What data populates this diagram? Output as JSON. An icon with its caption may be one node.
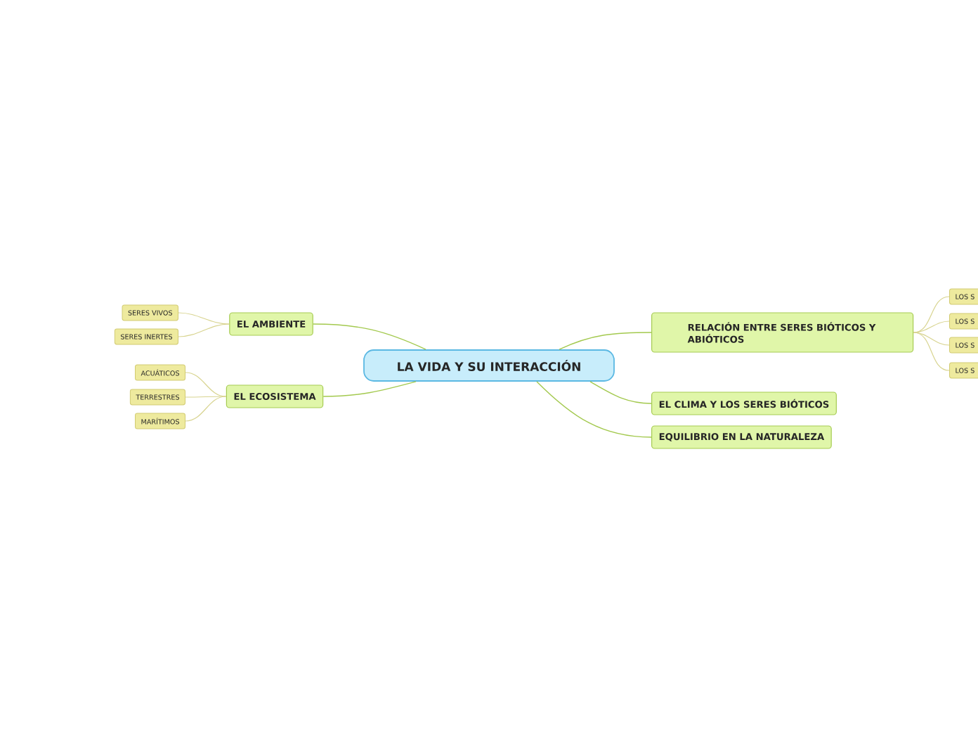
{
  "diagram": {
    "nodes": [
      {
        "text": [
          "LA VIDA Y SU INTERACCIÓN"
        ]
      },
      {
        "text": [
          "EL AMBIENTE"
        ]
      },
      {
        "text": [
          "EL ECOSISTEMA"
        ]
      },
      {
        "text": [
          "RELACIÓN ENTRE SERES BIÓTICOS Y ABIÓTICOS"
        ]
      },
      {
        "text": [
          "EL CLIMA Y LOS SERES BIÓTICOS"
        ]
      },
      {
        "text": [
          "EQUILIBRIO EN LA NATURALEZA"
        ]
      },
      {
        "text": [
          "SERES VIVOS"
        ]
      },
      {
        "text": [
          "SERES INERTES"
        ]
      },
      {
        "text": [
          "ACUÁTICOS"
        ]
      },
      {
        "text": [
          "TERRESTRES"
        ]
      },
      {
        "text": [
          "MARÍTIMOS"
        ]
      },
      {
        "text": [
          "LOS S"
        ]
      },
      {
        "text": [
          "LOS S"
        ]
      },
      {
        "text": [
          "LOS S"
        ]
      },
      {
        "text": [
          "LOS S"
        ]
      }
    ],
    "edges": [
      {
        "from": 0,
        "to": 1,
        "arrow": "none",
        "color": "#a3c94e"
      },
      {
        "from": 0,
        "to": 2,
        "arrow": "none",
        "color": "#a3c94e"
      },
      {
        "from": 0,
        "to": 3,
        "arrow": "none",
        "color": "#a3c94e"
      },
      {
        "from": 0,
        "to": 4,
        "arrow": "none",
        "color": "#a3c94e"
      },
      {
        "from": 0,
        "to": 5,
        "arrow": "none",
        "color": "#a3c94e"
      },
      {
        "from": 1,
        "to": 6,
        "arrow": "none"
      },
      {
        "from": 1,
        "to": 7,
        "arrow": "none"
      },
      {
        "from": 2,
        "to": 8,
        "arrow": "none"
      },
      {
        "from": 2,
        "to": 9,
        "arrow": "none"
      },
      {
        "from": 2,
        "to": 10,
        "arrow": "none"
      },
      {
        "from": 3,
        "to": 11,
        "arrow": "none"
      },
      {
        "from": 3,
        "to": 12,
        "arrow": "none"
      },
      {
        "from": 3,
        "to": 13,
        "arrow": "none"
      },
      {
        "from": 3,
        "to": 14,
        "arrow": "none"
      }
    ]
  }
}
